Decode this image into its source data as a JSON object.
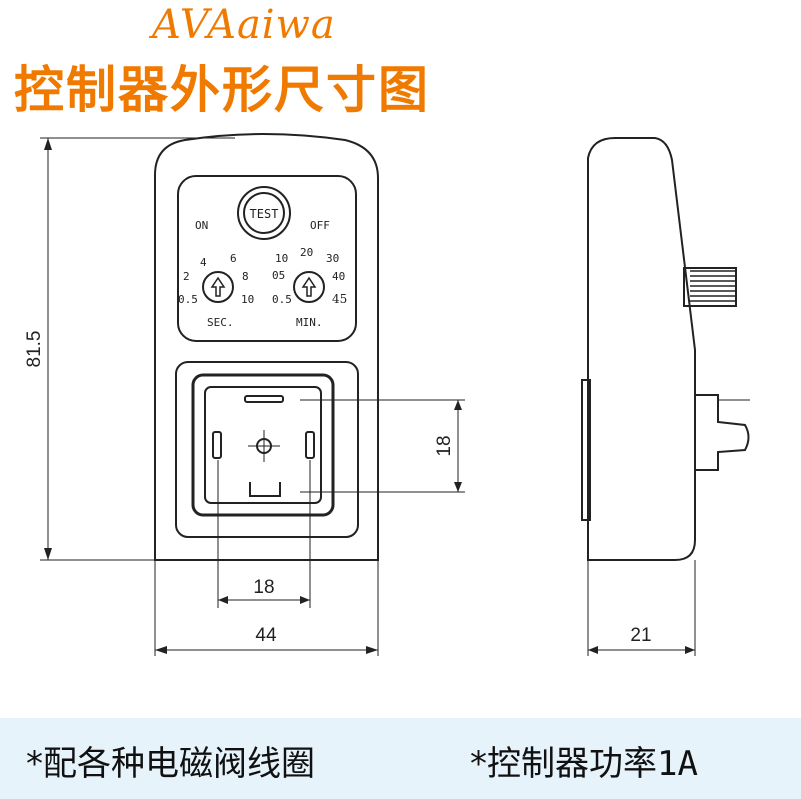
{
  "header": {
    "brand": "AVAaiwa",
    "title": "控制器外形尺寸图"
  },
  "front_view": {
    "labels": {
      "test": "TEST",
      "on": "ON",
      "off": "OFF",
      "sec": "SEC.",
      "min": "MIN.",
      "extra": "45"
    },
    "sec_dial_values": [
      "4",
      "6",
      "2",
      "8",
      "0.5",
      "10"
    ],
    "min_dial_values": [
      "10",
      "20",
      "30",
      "05",
      "40",
      "0.5"
    ]
  },
  "dimensions": {
    "height": "81.5",
    "connector_height": "18",
    "connector_width": "18",
    "total_width": "44",
    "side_depth": "21"
  },
  "footer": {
    "note_left": "*配各种电磁阀线圈",
    "note_right_prefix": "*控制器功率",
    "note_right_value": "1A"
  },
  "colors": {
    "accent": "#f07a00",
    "footer_bg": "#e6f3fb",
    "line": "#222222"
  }
}
